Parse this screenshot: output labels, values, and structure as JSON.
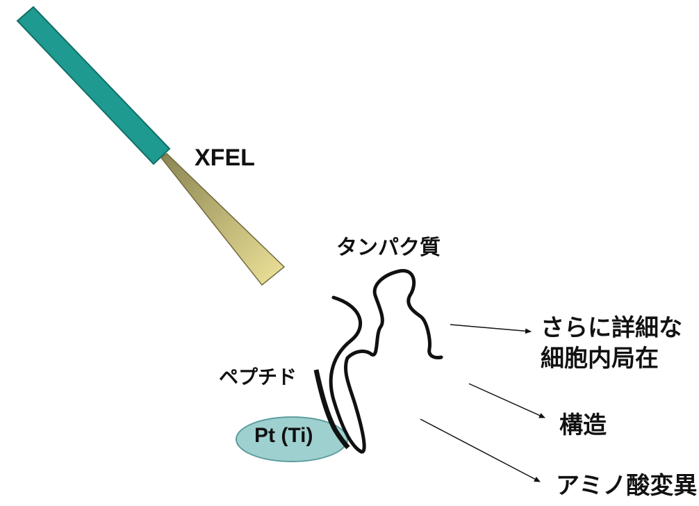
{
  "colors": {
    "xfel_body": "#1e9a91",
    "xfel_body_edge": "#0f6f68",
    "beam_light": "#efe39a",
    "beam_dark": "#8a8552",
    "substrate_fill": "#9fd0d0",
    "substrate_edge": "#5c9c9e",
    "ink": "#111111"
  },
  "icons": {
    "source": "xfel-source-icon",
    "beam": "xray-beam-icon",
    "substrate": "pt-substrate-icon"
  },
  "labels": {
    "xfel": "XFEL",
    "protein": "タンパク質",
    "peptide": "ペプチド",
    "substrate": "Pt (Ti)",
    "localization_line1": "さらに詳細な",
    "localization_line2": "細胞内局在",
    "structure": "構造",
    "mutation": "アミノ酸変異"
  }
}
